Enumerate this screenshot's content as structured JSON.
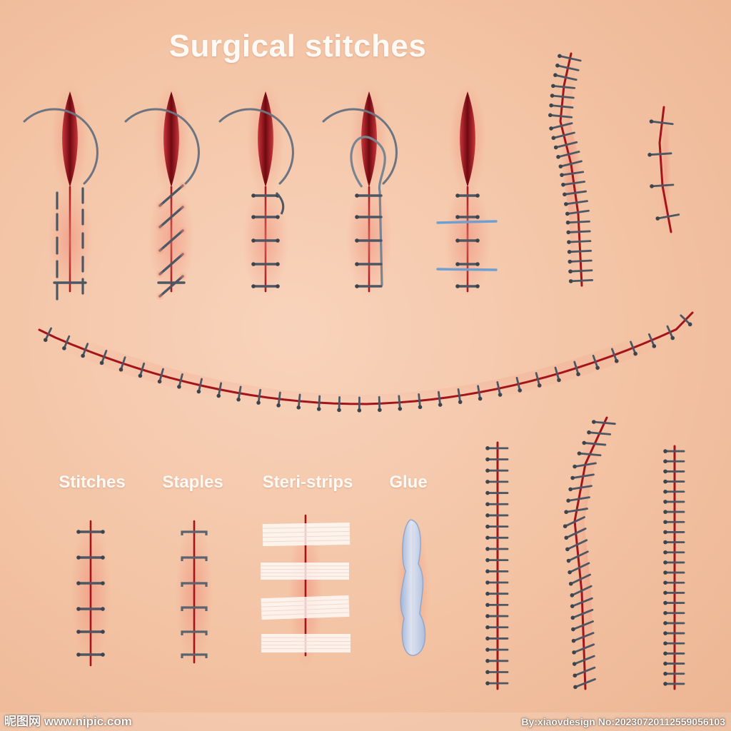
{
  "title": "Surgical stitches",
  "labels": {
    "stitches": "Stitches",
    "staples": "Staples",
    "steri_strips": "Steri-strips",
    "glue": "Glue"
  },
  "watermark": {
    "site": "昵图网 www.nipic.com",
    "credit": "By:xiaovdesign No:20230720112559056103"
  },
  "colors": {
    "skin": "#f6cdb3",
    "wound": "#a3141b",
    "thread": "#4d5763",
    "blue_thread": "#6e9fd0",
    "glue": "#b8cbe8",
    "text": "#fffaf5"
  }
}
